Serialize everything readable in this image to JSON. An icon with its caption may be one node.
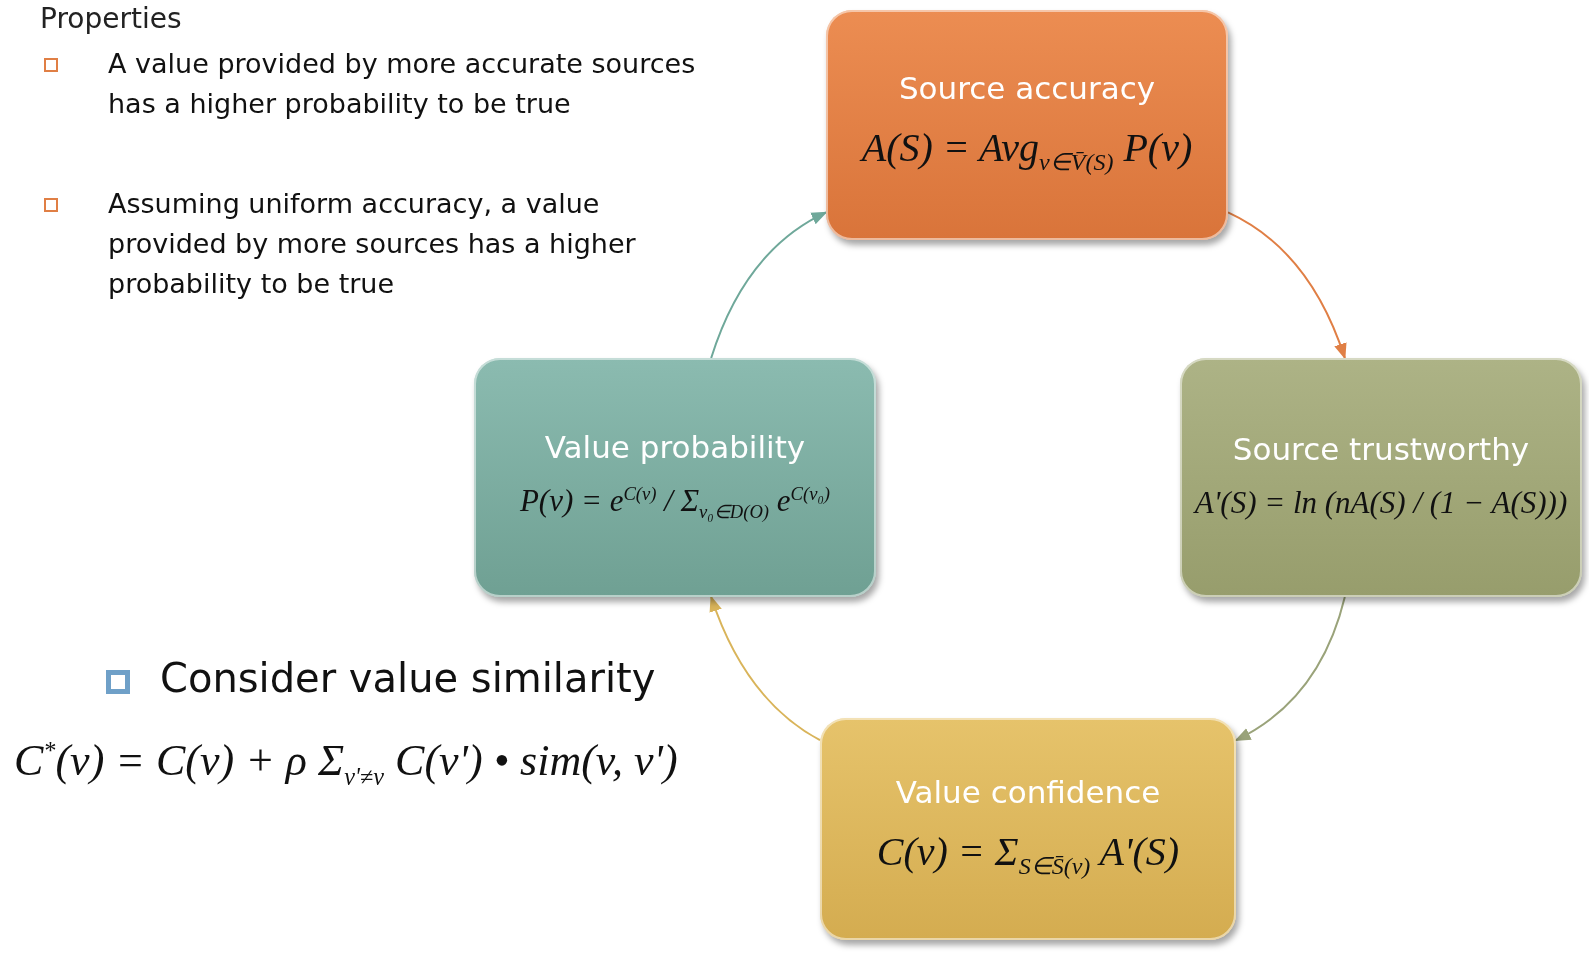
{
  "diagram": {
    "nodes": [
      {
        "text": [
          "Source accuracy",
          "A(S) = Avg$_{v∈V̄(S)}$ P(v)"
        ]
      },
      {
        "text": [
          "Value probability",
          "P(v) = e$^{C(v)}$ / Σ$_{v₀∈D(O)}$ e$^{C(v₀)}$"
        ]
      },
      {
        "text": [
          "Source trustworthy",
          "A'(S) = ln (nA(S) / (1 − A(S)))"
        ]
      },
      {
        "text": [
          "Value confidence",
          "C(v) = Σ$_{S∈S̄(v)}$ A'(S)"
        ]
      }
    ],
    "edges": [
      {
        "from": 1,
        "to": 0,
        "arrow": "to",
        "color": "#6fa89a"
      },
      {
        "from": 0,
        "to": 2,
        "arrow": "to",
        "color": "#e07f45"
      },
      {
        "from": 2,
        "to": 3,
        "arrow": "to",
        "color": "#9aa37a"
      },
      {
        "from": 3,
        "to": 1,
        "arrow": "to",
        "color": "#d9b45a"
      }
    ],
    "labels": [
      "Properties",
      "A value provided by more accurate sources has a higher probability to be true",
      "Assuming uniform accuracy, a value provided by more sources has a higher probability to be true",
      "Consider value similarity",
      "C$^{*}$(v) = C(v) + ρ Σ$_{v'≠v}$ C(v') • sim(v, v')"
    ]
  }
}
